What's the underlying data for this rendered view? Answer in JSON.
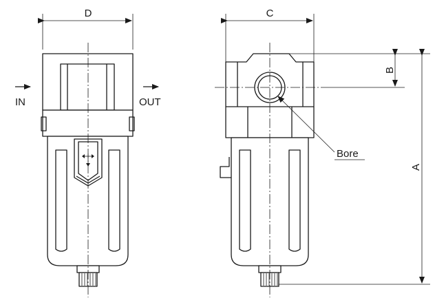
{
  "labels": {
    "dim_d": "D",
    "dim_c": "C",
    "dim_b": "B",
    "dim_a": "A",
    "inlet": "IN",
    "outlet": "OUT",
    "bore": "Bore"
  },
  "colors": {
    "line": "#1a1a1a",
    "background": "#ffffff"
  }
}
